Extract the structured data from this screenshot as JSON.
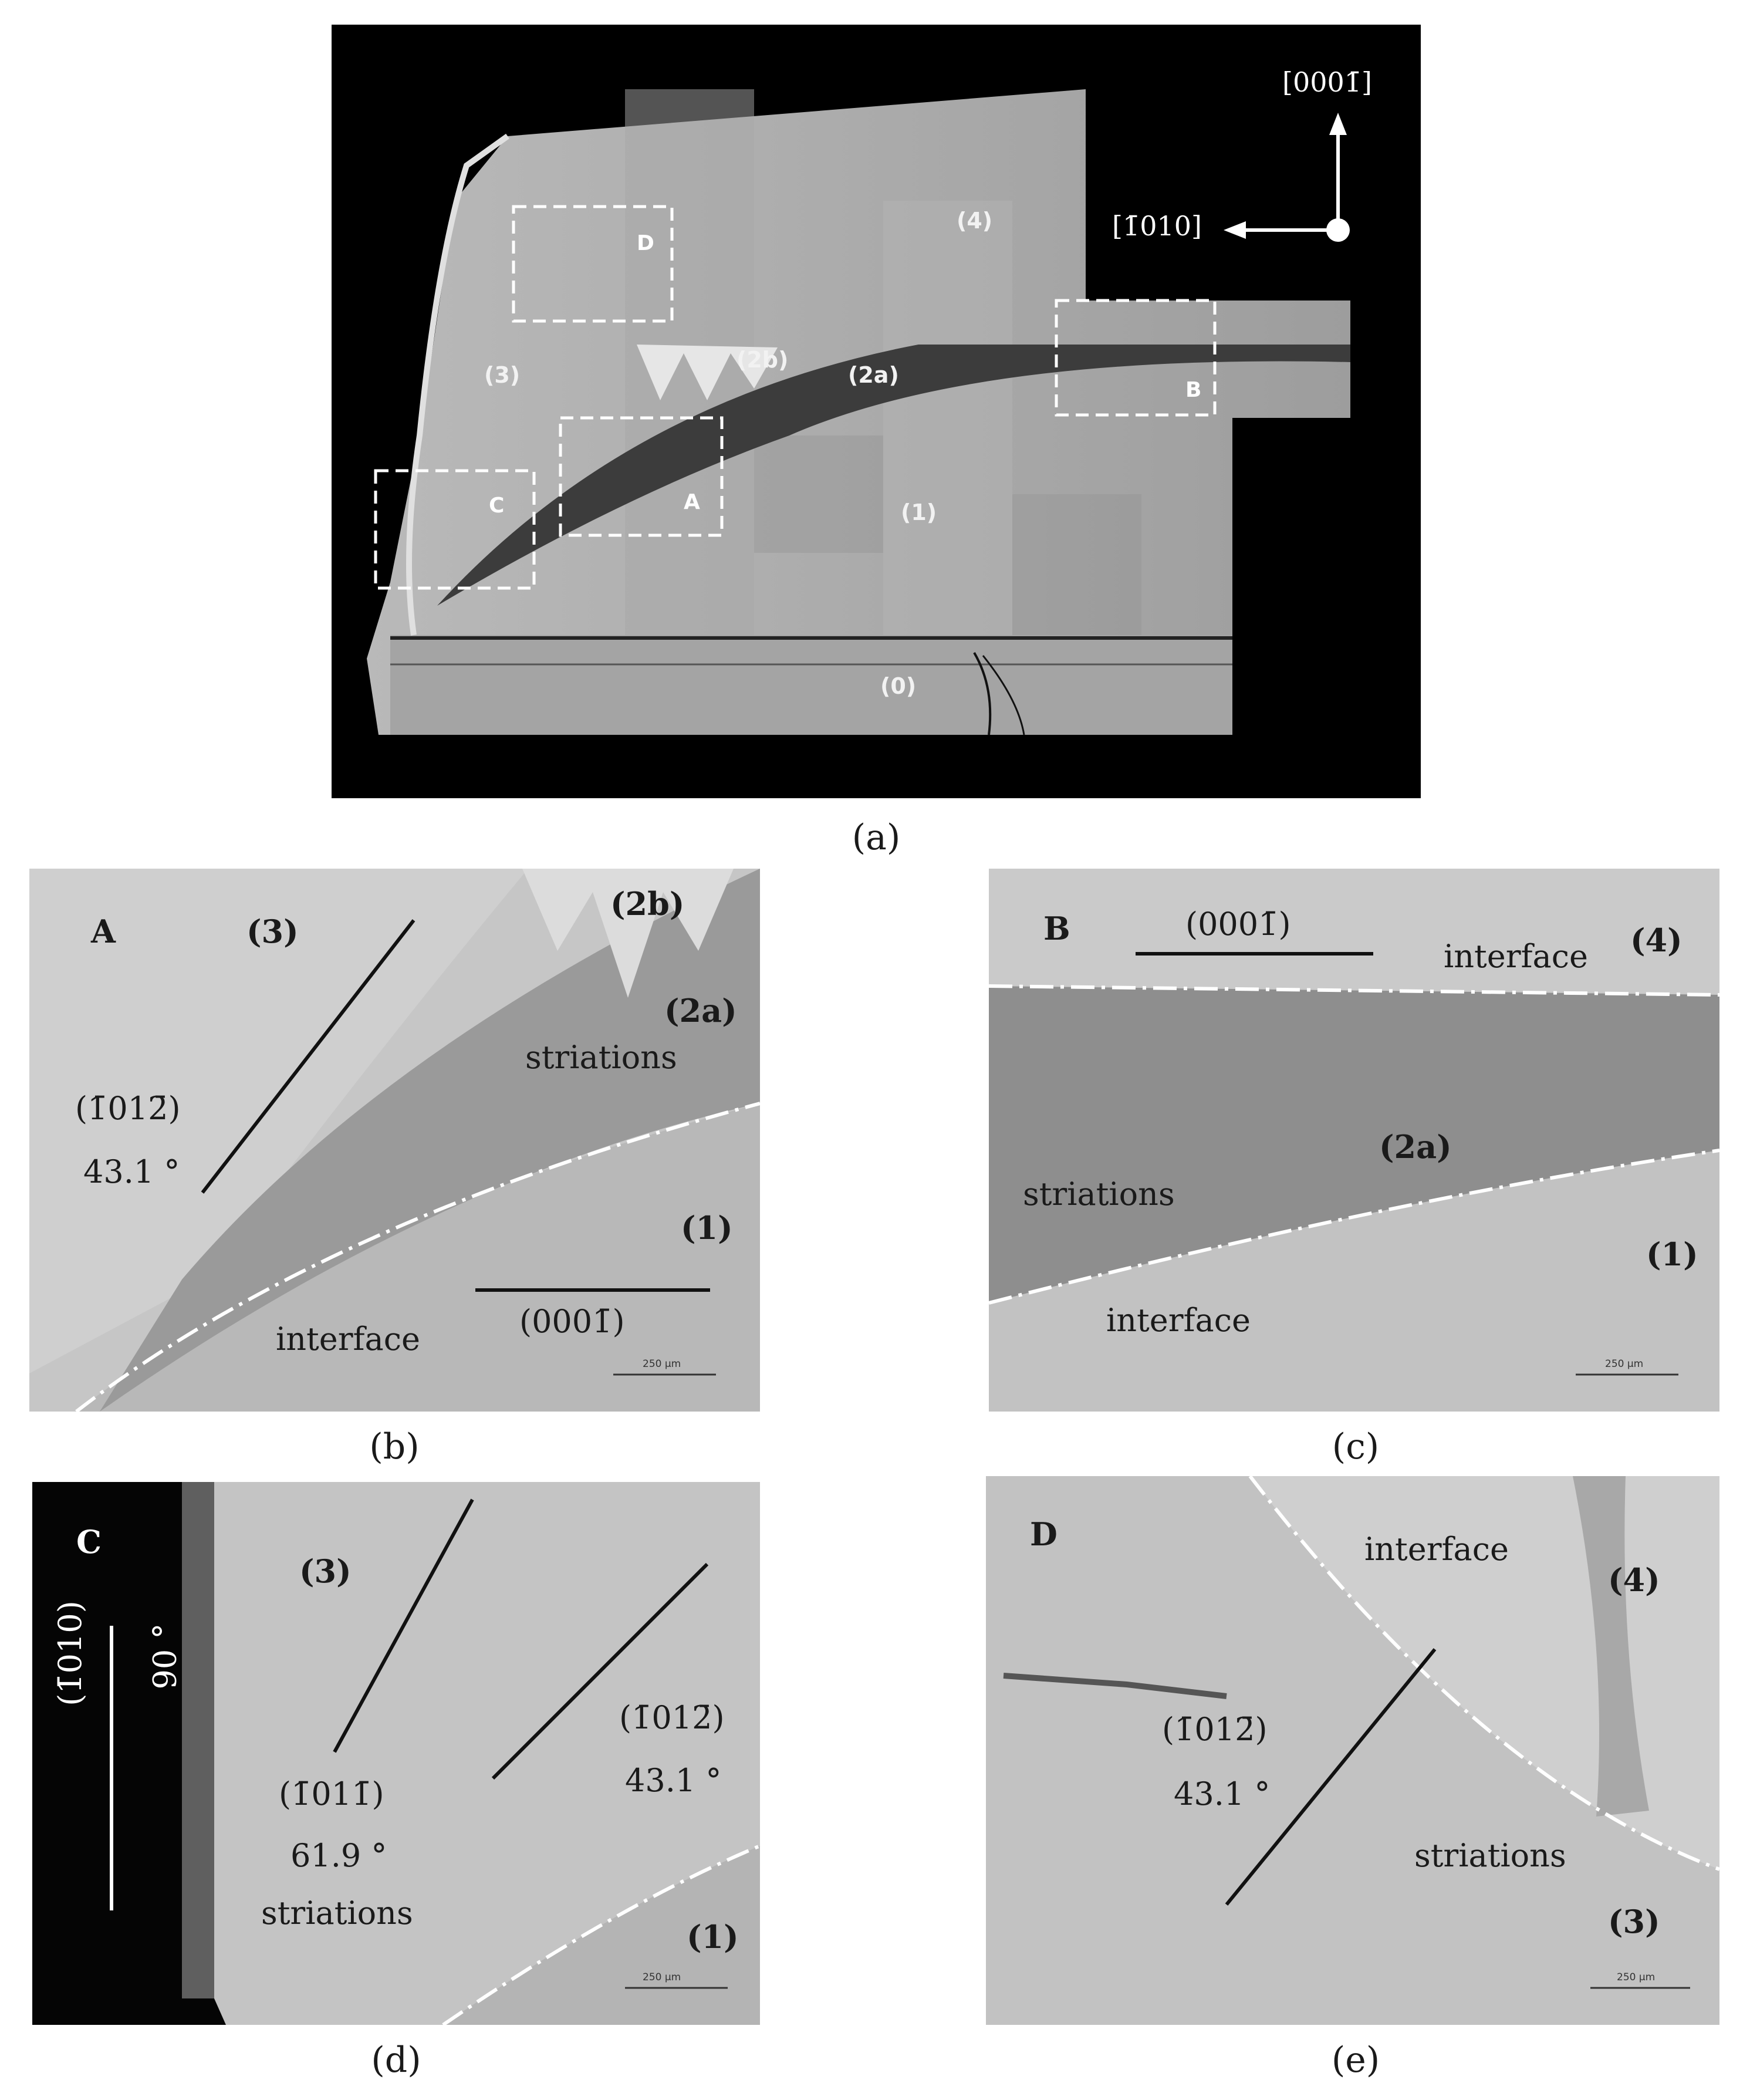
{
  "panel_a": {
    "regions": [
      "(4)",
      "(3)",
      "(2b)",
      "(2a)",
      "(1)",
      "(0)"
    ],
    "boxes": [
      "D",
      "B",
      "A",
      "C"
    ],
    "axes": {
      "up": "[0001̄]",
      "left": "[1̄010]"
    },
    "caption": "(a)"
  },
  "panel_b": {
    "corner": "A",
    "labels": {
      "r3": "(3)",
      "r2b": "(2b)",
      "r2a": "(2a)",
      "r1": "(1)",
      "striations": "striations",
      "interface": "interface",
      "plane": "(1̄012̄)",
      "angle": "43.1 °",
      "basal": "(0001̄)"
    },
    "scale": "250 µm",
    "caption": "(b)"
  },
  "panel_c": {
    "corner": "B",
    "labels": {
      "basal": "(0001̄)",
      "interface_top": "interface",
      "r4": "(4)",
      "r2a": "(2a)",
      "striations": "striations",
      "r1": "(1)",
      "interface_bottom": "interface"
    },
    "scale": "250 µm",
    "caption": "(c)"
  },
  "panel_d": {
    "corner": "C",
    "labels": {
      "prism": "(1̄010)",
      "right_angle": "90 °",
      "r3": "(3)",
      "plane1": "(1̄011̄)",
      "angle1": "61.9 °",
      "striations": "striations",
      "plane2": "(1̄012̄)",
      "angle2": "43.1 °",
      "r1": "(1)"
    },
    "scale": "250 µm",
    "caption": "(d)"
  },
  "panel_e": {
    "corner": "D",
    "labels": {
      "interface": "interface",
      "r4": "(4)",
      "plane": "(1̄012̄)",
      "angle": "43.1 °",
      "striations": "striations",
      "r3": "(3)"
    },
    "scale": "250 µm",
    "caption": "(e)"
  }
}
